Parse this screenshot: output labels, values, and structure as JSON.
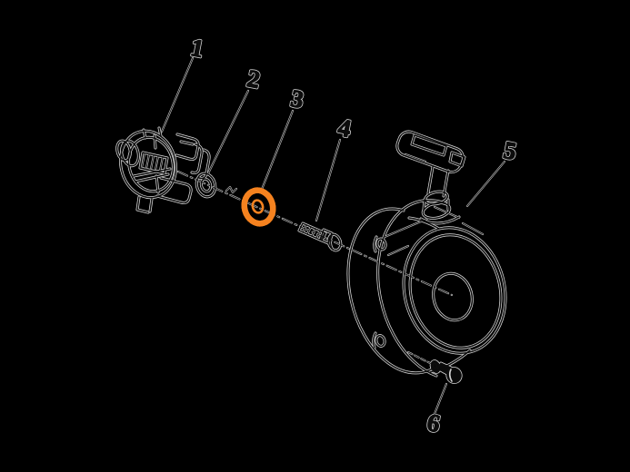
{
  "diagram": {
    "background_color": "#000000",
    "line_ink_color": "#0d0d0d",
    "line_halo_color": "#d9d9d9",
    "highlight_color": "#F5821F",
    "highlighted_callout": "3",
    "callouts": [
      {
        "text": "1"
      },
      {
        "text": "2"
      },
      {
        "text": "3"
      },
      {
        "text": "4"
      },
      {
        "text": "5"
      },
      {
        "text": "6"
      }
    ]
  }
}
